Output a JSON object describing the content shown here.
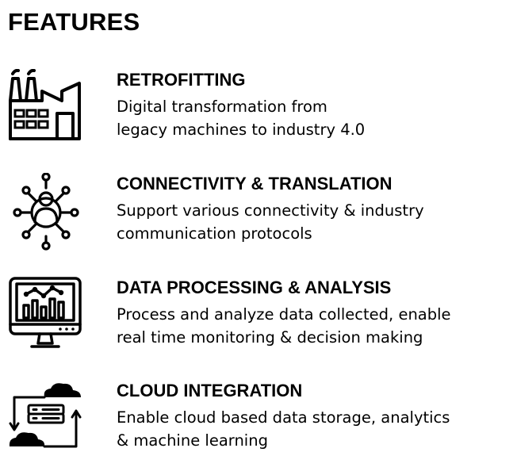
{
  "page": {
    "title": "FEATURES"
  },
  "features": [
    {
      "icon": "factory-icon",
      "heading": "RETROFITTING",
      "description_lines": [
        "Digital transformation from",
        "legacy machines to industry 4.0"
      ]
    },
    {
      "icon": "network-user-icon",
      "heading": "CONNECTIVITY & TRANSLATION",
      "description_lines": [
        "Support various connectivity &  industry",
        "communication protocols"
      ]
    },
    {
      "icon": "monitor-chart-icon",
      "heading": "DATA PROCESSING & ANALYSIS",
      "description_lines": [
        "Process and analyze data collected, enable",
        "real time monitoring & decision making"
      ]
    },
    {
      "icon": "cloud-server-sync-icon",
      "heading": "CLOUD INTEGRATION",
      "description_lines": [
        "Enable cloud based data storage, analytics",
        "& machine learning"
      ]
    }
  ],
  "colors": {
    "text": "#000000",
    "background": "#ffffff"
  }
}
